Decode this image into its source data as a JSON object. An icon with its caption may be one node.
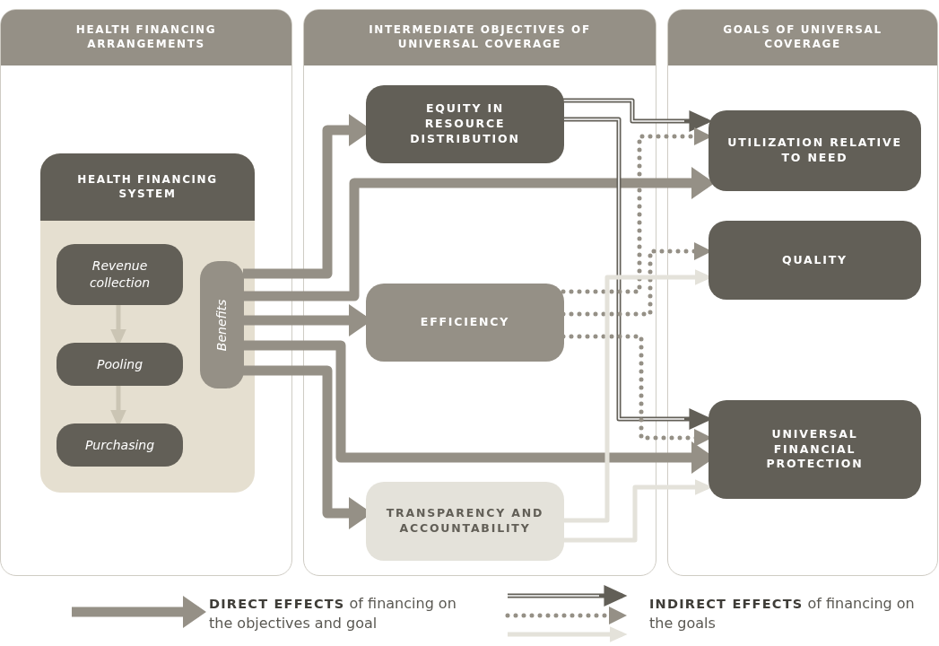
{
  "diagram": {
    "nodes": [
      {
        "text": [
          "HEALTH FINANCING ARRANGEMENTS"
        ]
      },
      {
        "text": [
          "INTERMEDIATE OBJECTIVES OF UNIVERSAL COVERAGE"
        ]
      },
      {
        "text": [
          "GOALS OF UNIVERSAL COVERAGE"
        ]
      },
      {
        "text": [
          "HEALTH FINANCING SYSTEM"
        ],
        "in": 0
      },
      {
        "text": [
          "Revenue collection"
        ],
        "in": 3
      },
      {
        "text": [
          "Pooling"
        ],
        "in": 3
      },
      {
        "text": [
          "Purchasing"
        ],
        "in": 3
      },
      {
        "text": [
          "Benefits"
        ],
        "in": 3
      },
      {
        "text": [
          "EQUITY IN RESOURCE DISTRIBUTION"
        ],
        "in": 1
      },
      {
        "text": [
          "EFFICIENCY"
        ],
        "in": 1
      },
      {
        "text": [
          "TRANSPARENCY AND ACCOUNTABILITY"
        ],
        "in": 1
      },
      {
        "text": [
          "UTILIZATION RELATIVE TO NEED"
        ],
        "in": 2
      },
      {
        "text": [
          "QUALITY"
        ],
        "in": 2
      },
      {
        "text": [
          "UNIVERSAL FINANCIAL PROTECTION"
        ],
        "in": 2
      }
    ],
    "edges": [
      {
        "from": 4,
        "to": 5,
        "arrow": "to",
        "color": "#cbc5b4"
      },
      {
        "from": 5,
        "to": 6,
        "arrow": "to",
        "color": "#cbc5b4"
      },
      {
        "from": 7,
        "to": 8,
        "arrow": "to",
        "style": "thick"
      },
      {
        "from": 7,
        "to": 11,
        "arrow": "to",
        "style": "thick"
      },
      {
        "from": 7,
        "to": 9,
        "arrow": "to",
        "style": "thick"
      },
      {
        "from": 7,
        "to": 13,
        "arrow": "to",
        "style": "thick"
      },
      {
        "from": 7,
        "to": 10,
        "arrow": "to",
        "style": "thick"
      },
      {
        "from": 8,
        "to": 11,
        "arrow": "to",
        "color": "#625f57"
      },
      {
        "from": 8,
        "to": 13,
        "arrow": "to",
        "color": "#625f57"
      },
      {
        "from": 9,
        "to": 11,
        "arrow": "to",
        "style": "dashed"
      },
      {
        "from": 9,
        "to": 12,
        "arrow": "to",
        "style": "dashed"
      },
      {
        "from": 9,
        "to": 13,
        "arrow": "to",
        "style": "dashed"
      },
      {
        "from": 10,
        "to": 12,
        "arrow": "to",
        "color": "#e4e2da"
      },
      {
        "from": 10,
        "to": 13,
        "arrow": "to",
        "color": "#e4e2da"
      }
    ],
    "legend": [
      {
        "text": "**DIRECT EFFECTS** of financing on the objectives and goal"
      },
      {
        "text": "**INDIRECT EFFECTS** of financing on the goals"
      }
    ]
  }
}
